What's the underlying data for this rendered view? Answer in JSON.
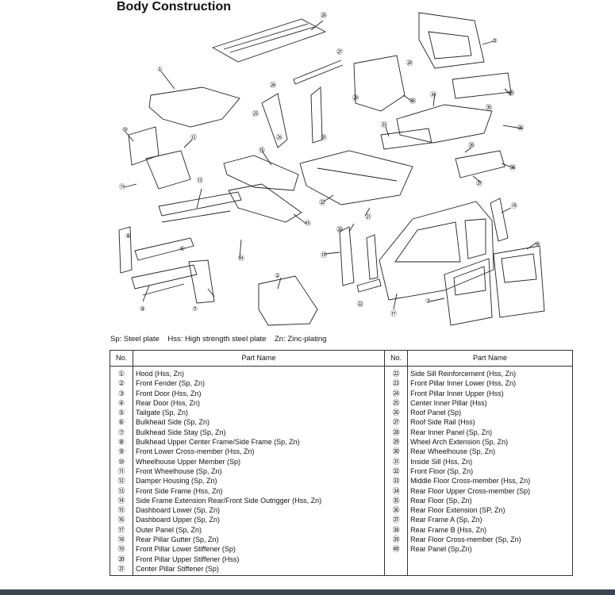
{
  "title": "Body Construction",
  "legend": "Sp: Steel plate    Hss: High strength steel plate    Zn: Zinc-plating",
  "table": {
    "headers": [
      "No.",
      "Part Name",
      "No.",
      "Part Name"
    ],
    "left": [
      {
        "no": "①",
        "name": "Hood (Hss, Zn)"
      },
      {
        "no": "②",
        "name": "Front Fender (Sp, Zn)"
      },
      {
        "no": "③",
        "name": "Front Door (Hss, Zn)"
      },
      {
        "no": "④",
        "name": "Rear Door (Hss, Zn)"
      },
      {
        "no": "⑤",
        "name": "Tailgate (Sp, Zn)"
      },
      {
        "no": "⑥",
        "name": "Bulkhead Side (Sp, Zn)"
      },
      {
        "no": "⑦",
        "name": "Bulkhead Side Stay (Sp, Zn)"
      },
      {
        "no": "⑧",
        "name": "Bulkhead Upper Center Frame/Side Frame (Sp, Zn)"
      },
      {
        "no": "⑨",
        "name": "Front Lower Cross-member (Hss, Zn)"
      },
      {
        "no": "⑩",
        "name": "Wheelhouse Upper Member (Sp)"
      },
      {
        "no": "⑪",
        "name": "Front Wheelhouse (Sp, Zn)"
      },
      {
        "no": "⑫",
        "name": "Damper Housing (Sp, Zn)"
      },
      {
        "no": "⑬",
        "name": "Front Side Frame (Hss, Zn)"
      },
      {
        "no": "⑭",
        "name": "Side Frame Extension Rear/Front Side Outrigger (Hss, Zn)"
      },
      {
        "no": "⑮",
        "name": "Dashboard Lower (Sp, Zn)"
      },
      {
        "no": "⑯",
        "name": "Dashboard Upper (Sp, Zn)"
      },
      {
        "no": "⑰",
        "name": "Outer Panel (Sp, Zn)"
      },
      {
        "no": "⑱",
        "name": "Rear Pillar Gutter (Sp, Zn)"
      },
      {
        "no": "⑲",
        "name": "Front Pillar Lower Stiffener (Sp)"
      },
      {
        "no": "⑳",
        "name": "Front Pillar Upper Stiffener (Hss)"
      },
      {
        "no": "㉑",
        "name": "Center Pillar Stiffener (Sp)"
      }
    ],
    "right": [
      {
        "no": "㉒",
        "name": "Side Sill Reinforcement (Hss, Zn)"
      },
      {
        "no": "㉓",
        "name": "Front Pillar Inner Lower (Hss, Zn)"
      },
      {
        "no": "㉔",
        "name": "Front Pillar Inner Upper (Hss)"
      },
      {
        "no": "㉕",
        "name": "Center Inner Pillar (Hss)"
      },
      {
        "no": "㉖",
        "name": "Roof Panel (Sp)"
      },
      {
        "no": "㉗",
        "name": "Roof Side Rail (Hss)"
      },
      {
        "no": "㉘",
        "name": "Rear Inner Panel (Sp, Zn)"
      },
      {
        "no": "㉙",
        "name": "Wheel Arch Extension (Sp, Zn)"
      },
      {
        "no": "㉚",
        "name": "Rear Wheelhouse (Sp, Zn)"
      },
      {
        "no": "㉛",
        "name": "Inside Sill (Hss, Zn)"
      },
      {
        "no": "㉜",
        "name": "Front Floor (Sp, Zn)"
      },
      {
        "no": "㉝",
        "name": "Middle Floor Cross-member (Hss, Zn)"
      },
      {
        "no": "㉞",
        "name": "Rear Floor Upper Cross-member (Sp)"
      },
      {
        "no": "㉟",
        "name": "Rear Floor (Sp, Zn)"
      },
      {
        "no": "㊱",
        "name": "Rear Floor Extension (SP, Zn)"
      },
      {
        "no": "㊲",
        "name": "Rear Frame A (Sp, Zn)"
      },
      {
        "no": "㊳",
        "name": "Rear Frame B (Hss, Zn)"
      },
      {
        "no": "㊴",
        "name": "Rear Floor Cross-member (Sp, Zn)"
      },
      {
        "no": "㊵",
        "name": "Rear Panel (Sp,Zn)"
      }
    ]
  },
  "callouts": [
    "①",
    "②",
    "③",
    "④",
    "⑤",
    "⑥",
    "⑦",
    "⑧",
    "⑨",
    "⑩",
    "⑪",
    "⑫",
    "⑬",
    "⑭",
    "⑮",
    "⑯",
    "⑰",
    "⑱",
    "⑲",
    "⑳",
    "㉑",
    "㉒",
    "㉓",
    "㉔",
    "㉕",
    "㉖",
    "㉗",
    "㉘",
    "㉙",
    "㉚",
    "㉛",
    "㉜",
    "㉝",
    "㉞",
    "㉟",
    "㊱",
    "㊲",
    "㊳",
    "㊴",
    "㊵"
  ]
}
